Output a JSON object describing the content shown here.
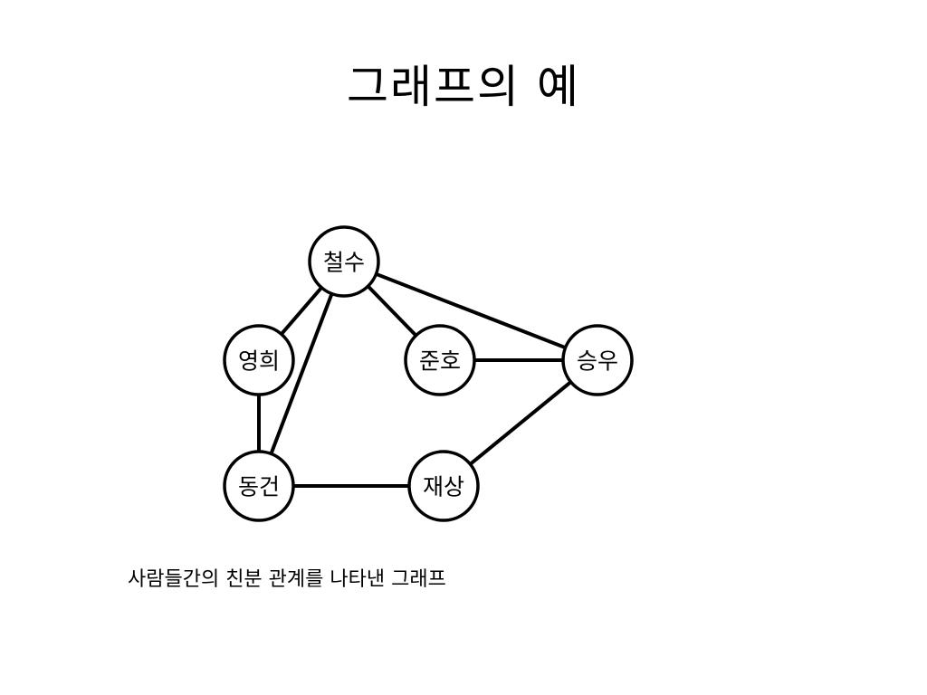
{
  "title": "그래프의 예",
  "caption": "사람들간의 친분 관계를 나타낸 그래프",
  "graph": {
    "nodes": [
      {
        "id": "cheolsu",
        "label": "철수"
      },
      {
        "id": "younghee",
        "label": "영희"
      },
      {
        "id": "junho",
        "label": "준호"
      },
      {
        "id": "seungwoo",
        "label": "승우"
      },
      {
        "id": "donggeon",
        "label": "동건"
      },
      {
        "id": "jaesang",
        "label": "재상"
      }
    ],
    "edges": [
      {
        "from": "cheolsu",
        "to": "younghee"
      },
      {
        "from": "cheolsu",
        "to": "junho"
      },
      {
        "from": "cheolsu",
        "to": "seungwoo"
      },
      {
        "from": "cheolsu",
        "to": "donggeon"
      },
      {
        "from": "younghee",
        "to": "donggeon"
      },
      {
        "from": "junho",
        "to": "seungwoo"
      },
      {
        "from": "donggeon",
        "to": "jaesang"
      },
      {
        "from": "jaesang",
        "to": "seungwoo"
      }
    ]
  }
}
